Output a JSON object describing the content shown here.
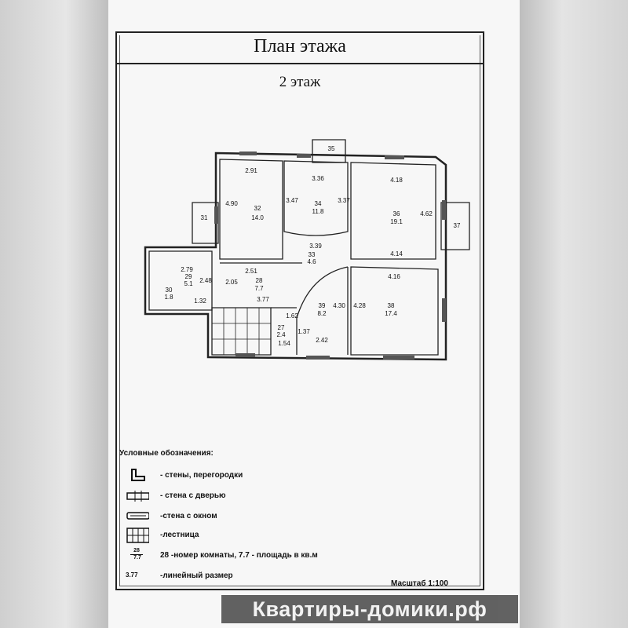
{
  "document": {
    "title": "План этажа",
    "floor": "2 этаж"
  },
  "rooms": [
    {
      "number": "32",
      "area": "14.0",
      "dims": [
        "2.91",
        "4.90"
      ]
    },
    {
      "number": "34",
      "area": "11.8",
      "dims": [
        "3.36",
        "3.47",
        "3.37"
      ]
    },
    {
      "number": "36",
      "area": "19.1",
      "dims": [
        "4.18",
        "4.62",
        "4.14"
      ]
    },
    {
      "number": "35"
    },
    {
      "number": "31"
    },
    {
      "number": "37"
    },
    {
      "number": "33",
      "area": "4.6",
      "dims": [
        "3.39"
      ]
    },
    {
      "number": "28",
      "area": "7.7",
      "dims": [
        "2.51",
        "2.05",
        "3.77"
      ]
    },
    {
      "number": "29",
      "area": "5.1",
      "dims": [
        "2.79",
        "2.48",
        "1.32"
      ]
    },
    {
      "number": "30",
      "area": "1.8"
    },
    {
      "number": "27",
      "area": "2.4",
      "dims": [
        "1.62",
        "1.54"
      ]
    },
    {
      "number": "39",
      "area": "8.2",
      "dims": [
        "4.30",
        "1.37",
        "2.42"
      ]
    },
    {
      "number": "38",
      "area": "17.4",
      "dims": [
        "4.16",
        "4.28"
      ]
    }
  ],
  "legend": {
    "heading": "Условные обозначения:",
    "items": [
      {
        "icon": "wall-icon",
        "text": "- стены, перегородки"
      },
      {
        "icon": "door-wall-icon",
        "text": "- стена с дверью"
      },
      {
        "icon": "window-wall-icon",
        "text": "-стена с окном"
      },
      {
        "icon": "stairs-icon",
        "text": "-лестница"
      },
      {
        "icon": "room-label-icon",
        "symbol_top": "28",
        "symbol_bottom": "7.7",
        "text": "28 -номер комнаты, 7.7 - площадь в кв.м"
      },
      {
        "icon": "dimension-icon",
        "symbol": "3.77",
        "text": "-линейный размер"
      }
    ]
  },
  "scale": "Масштаб 1:100",
  "watermark": "Квартиры-домики.рф"
}
